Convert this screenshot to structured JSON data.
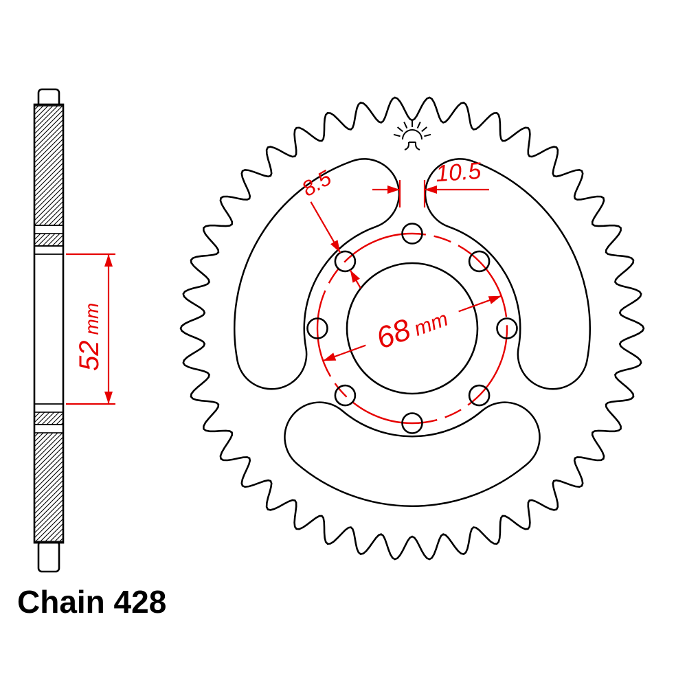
{
  "colors": {
    "background": "#ffffff",
    "line": "#000000",
    "dimension": "#e60000"
  },
  "logo": {
    "name": "sunrise-logo"
  },
  "side_view": {
    "dim_52": {
      "value": "52",
      "unit": "mm"
    }
  },
  "front_view": {
    "dim_8_5": {
      "value": "8.5"
    },
    "dim_10_5": {
      "value": "10.5"
    },
    "dim_68": {
      "value": "68",
      "unit": "mm"
    }
  },
  "footer": {
    "chain_label": "Chain 428"
  },
  "geometry": {
    "teeth": 42,
    "bolt_holes": 8
  }
}
